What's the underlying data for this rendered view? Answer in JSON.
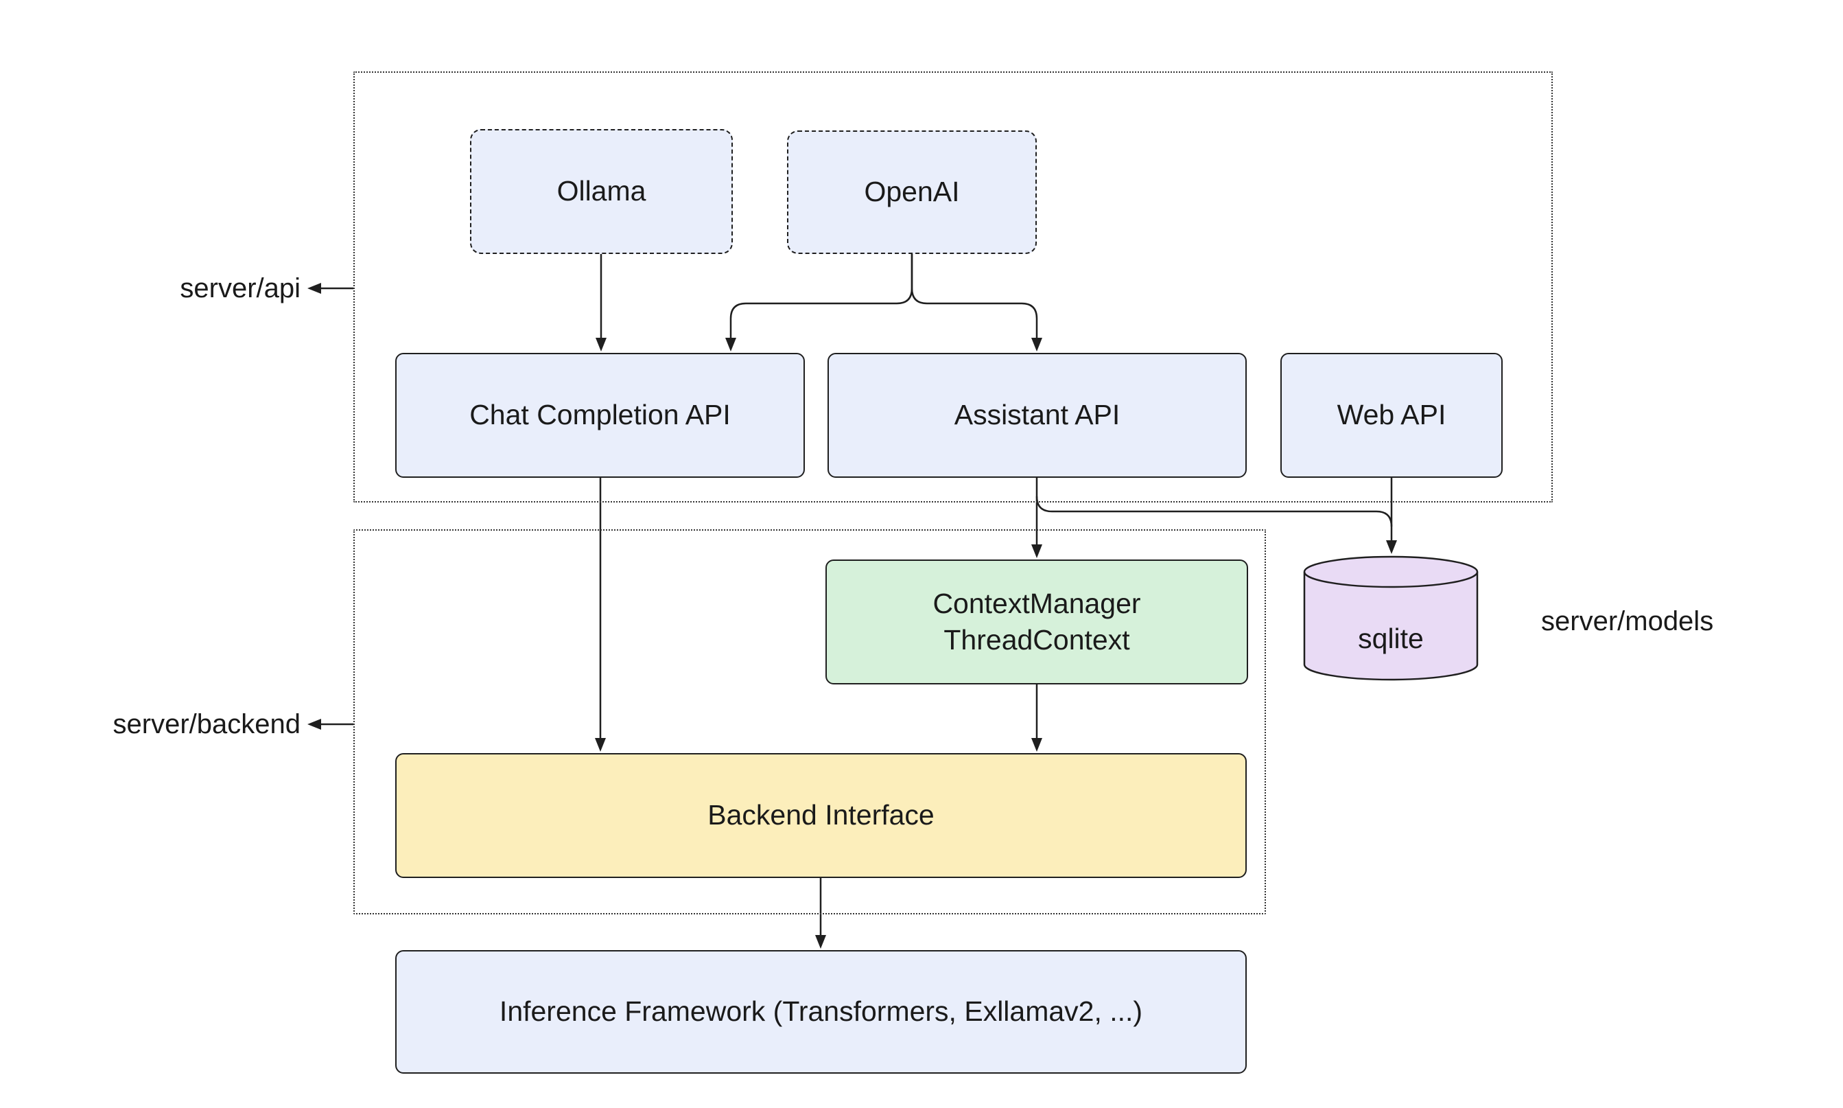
{
  "groups": {
    "api": {
      "label": "server/api"
    },
    "backend": {
      "label": "server/backend"
    },
    "models": {
      "label": "server/models"
    }
  },
  "nodes": {
    "ollama": {
      "label": "Ollama"
    },
    "openai": {
      "label": "OpenAI"
    },
    "chat_completion_api": {
      "label": "Chat Completion API"
    },
    "assistant_api": {
      "label": "Assistant API"
    },
    "web_api": {
      "label": "Web API"
    },
    "context_manager": {
      "lines": [
        "ContextManager",
        "ThreadContext"
      ]
    },
    "sqlite": {
      "label": "sqlite"
    },
    "backend_interface": {
      "label": "Backend Interface"
    },
    "inference_framework": {
      "label": "Inference Framework (Transformers, Exllamav2, ...)"
    }
  },
  "edges": [
    {
      "from": "ollama",
      "to": "chat_completion_api"
    },
    {
      "from": "openai",
      "to": "chat_completion_api"
    },
    {
      "from": "openai",
      "to": "assistant_api"
    },
    {
      "from": "chat_completion_api",
      "to": "backend_interface"
    },
    {
      "from": "assistant_api",
      "to": "context_manager"
    },
    {
      "from": "assistant_api",
      "to": "sqlite"
    },
    {
      "from": "web_api",
      "to": "sqlite"
    },
    {
      "from": "context_manager",
      "to": "backend_interface"
    },
    {
      "from": "backend_interface",
      "to": "inference_framework"
    }
  ],
  "colors": {
    "background": "#ffffff",
    "text": "#1a1a1a",
    "node_fill": "#e9eefb",
    "node_stroke": "#1f1f1f",
    "green_fill": "#d6f1da",
    "yellow_fill": "#fceebb",
    "purple_fill": "#e9dbf5",
    "edge": "#1f1f1f"
  }
}
